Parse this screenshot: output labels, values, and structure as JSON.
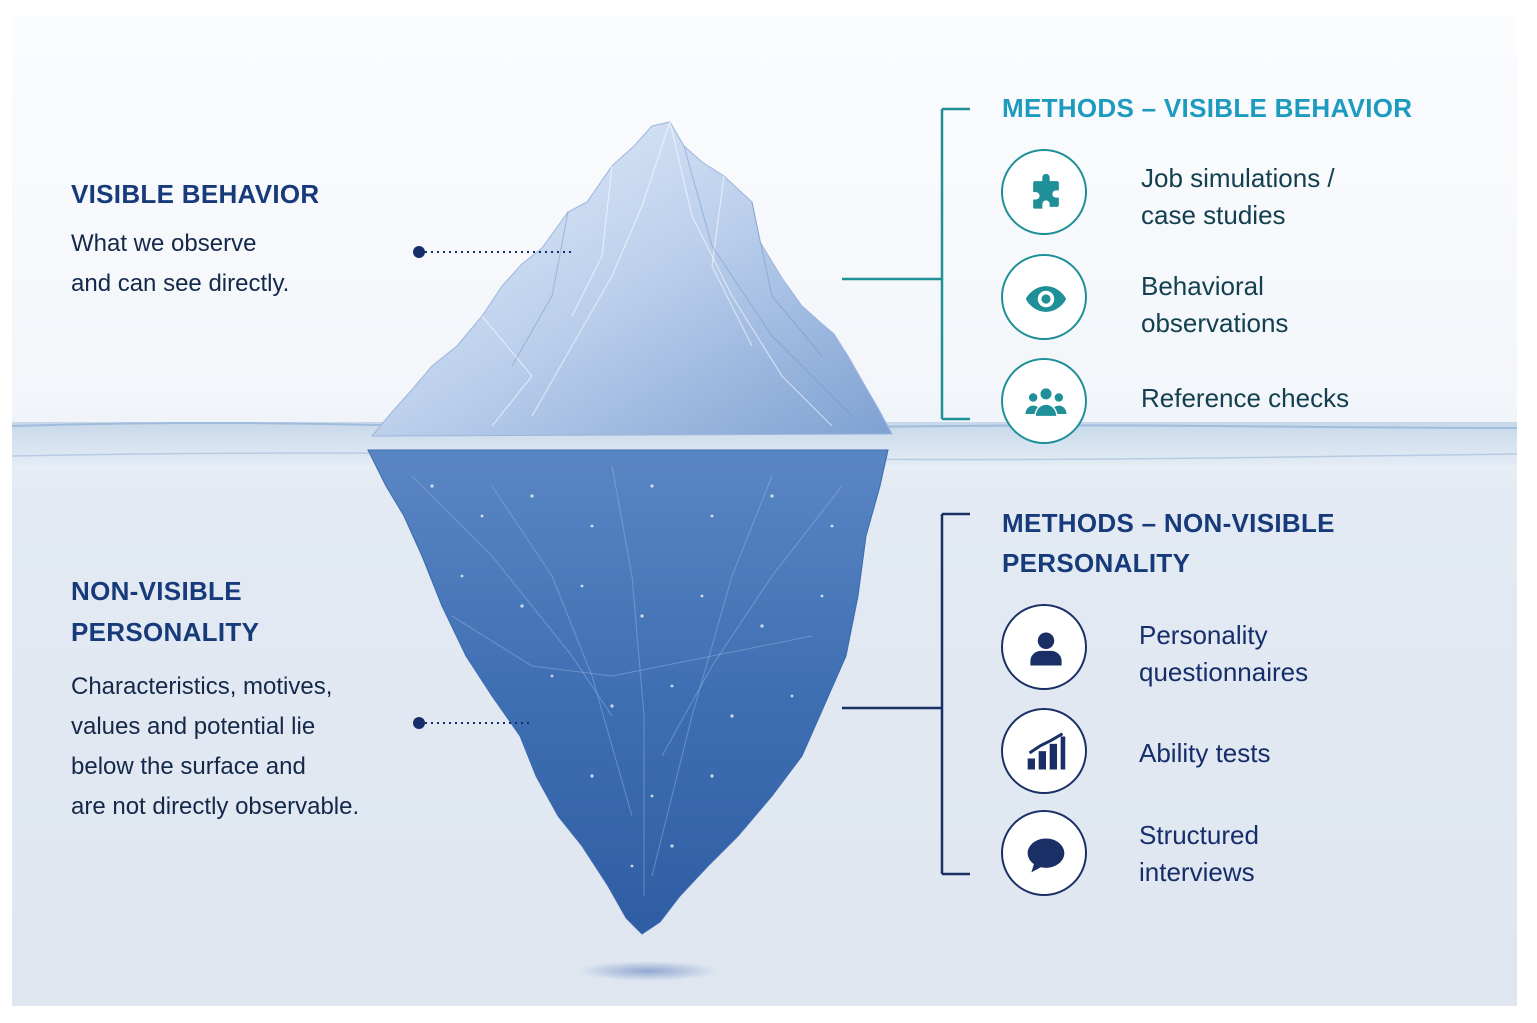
{
  "left_labels": {
    "visible": {
      "heading": "VISIBLE BEHAVIOR",
      "lines": [
        "What we observe",
        "and can see directly."
      ]
    },
    "nonvisible": {
      "heading_lines": [
        "NON-VISIBLE",
        "PERSONALITY"
      ],
      "lines": [
        "Characteristics, motives,",
        "values and potential lie",
        "below the surface and",
        "are not directly observable."
      ]
    }
  },
  "methods_visible": {
    "heading": "METHODS – VISIBLE BEHAVIOR",
    "items": [
      {
        "icon": "puzzle-icon",
        "lines": [
          "Job simulations /",
          "case studies"
        ]
      },
      {
        "icon": "eye-icon",
        "lines": [
          "Behavioral",
          "observations"
        ]
      },
      {
        "icon": "group-icon",
        "lines": [
          "Reference checks"
        ]
      }
    ]
  },
  "methods_nonvisible": {
    "heading_lines": [
      "METHODS – NON-VISIBLE",
      "PERSONALITY"
    ],
    "items": [
      {
        "icon": "person-icon",
        "lines": [
          "Personality",
          "questionnaires"
        ]
      },
      {
        "icon": "bar-chart-icon",
        "lines": [
          "Ability tests"
        ]
      },
      {
        "icon": "speech-bubble-icon",
        "lines": [
          "Structured",
          "interviews"
        ]
      }
    ]
  },
  "colors": {
    "navy": "#163a7a",
    "teal": "#1c9bbf",
    "teal_line": "#1f8f98",
    "ice_light": "#b9cdea",
    "ice_deep": "#3a6db0"
  }
}
